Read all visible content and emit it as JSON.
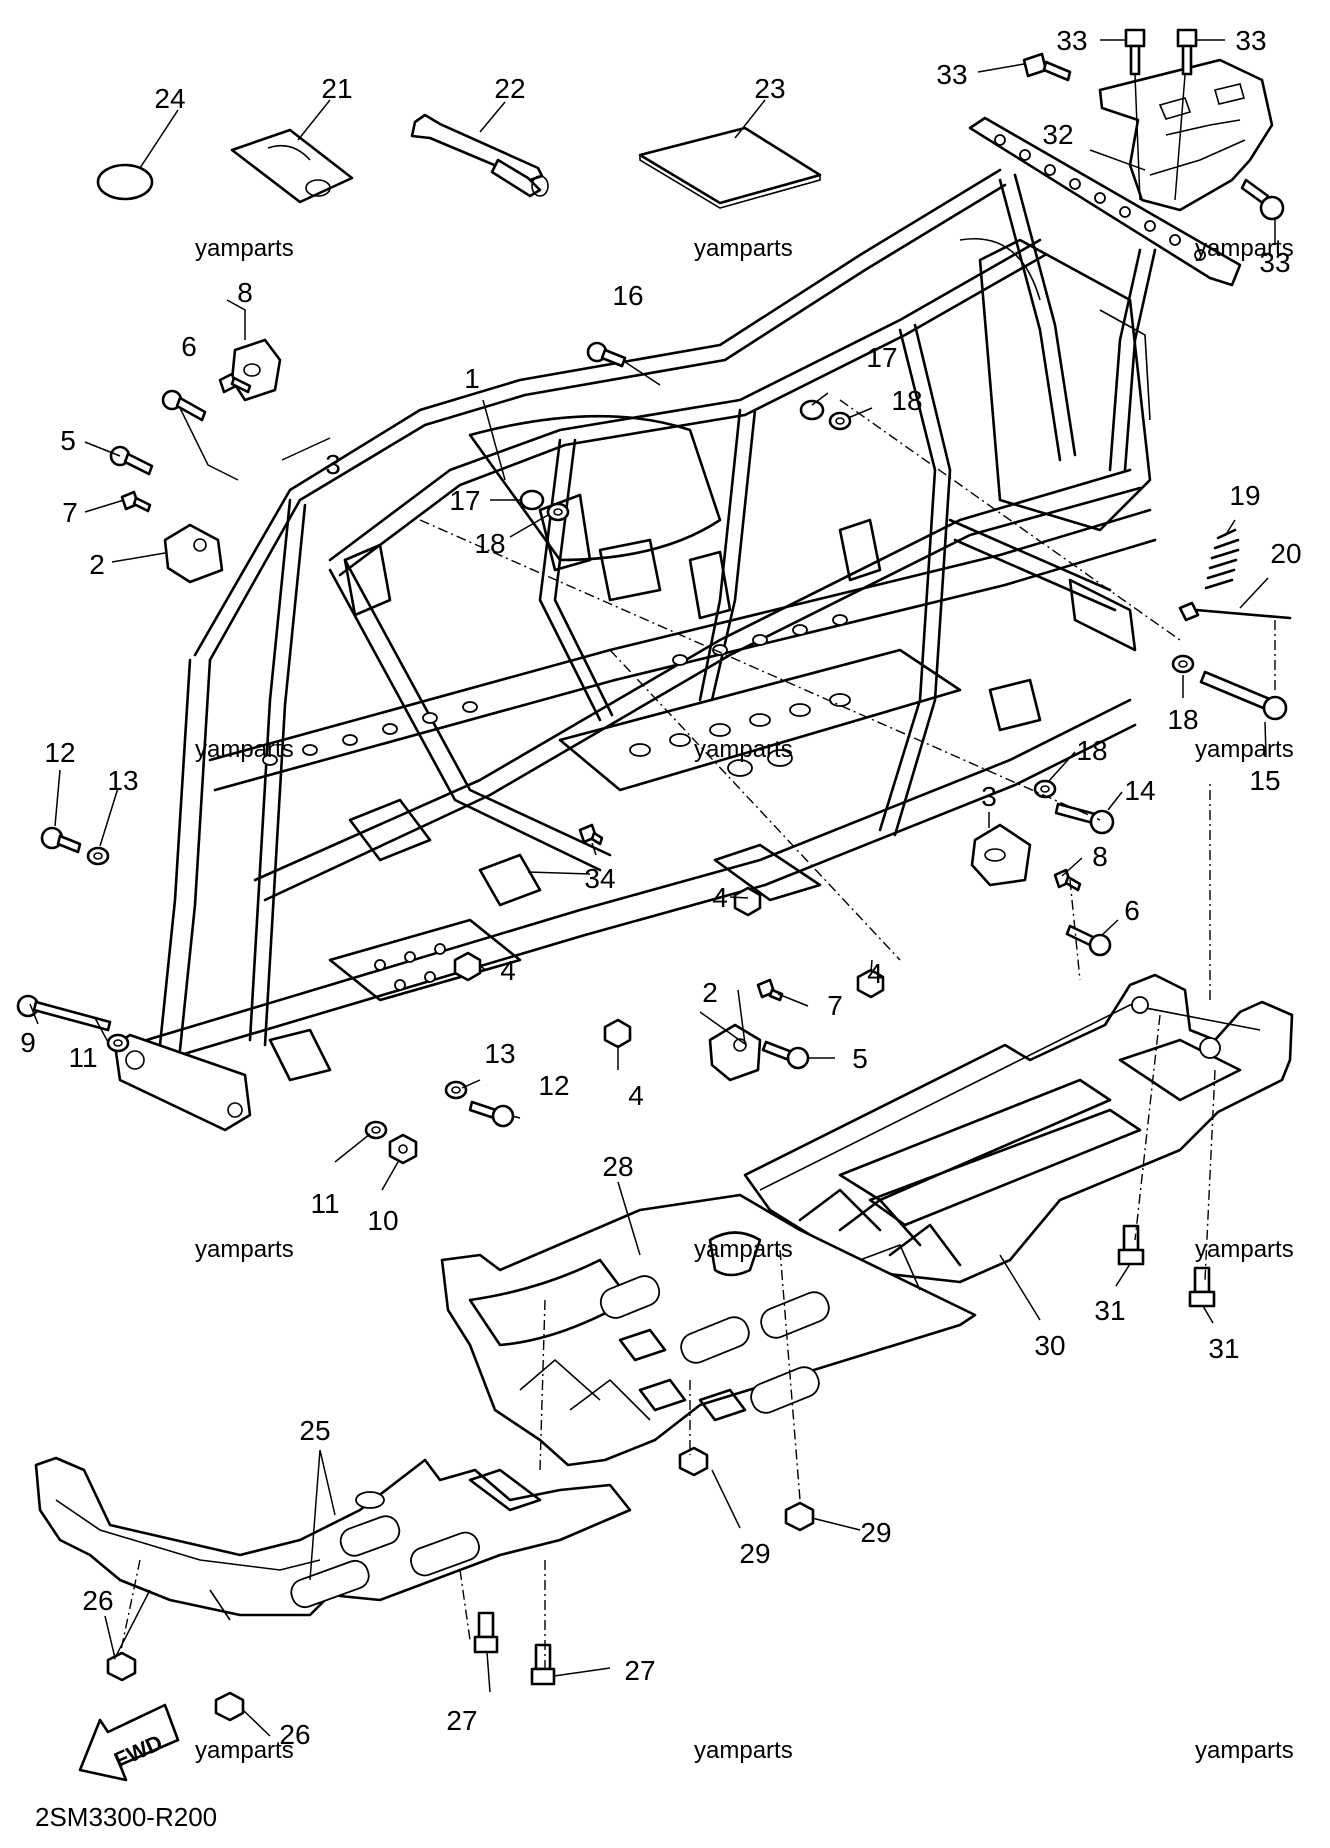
{
  "diagram": {
    "code": "2SM3300-R200",
    "fwd_label": "FWD",
    "watermark": "yamparts",
    "callouts": [
      {
        "id": "c24",
        "text": "24"
      },
      {
        "id": "c21",
        "text": "21"
      },
      {
        "id": "c22",
        "text": "22"
      },
      {
        "id": "c23",
        "text": "23"
      },
      {
        "id": "c33a",
        "text": "33"
      },
      {
        "id": "c33b",
        "text": "33"
      },
      {
        "id": "c33c",
        "text": "33"
      },
      {
        "id": "c33d",
        "text": "33"
      },
      {
        "id": "c32",
        "text": "32"
      },
      {
        "id": "c16",
        "text": "16"
      },
      {
        "id": "c1",
        "text": "1"
      },
      {
        "id": "c17a",
        "text": "17"
      },
      {
        "id": "c18a",
        "text": "18"
      },
      {
        "id": "c8a",
        "text": "8"
      },
      {
        "id": "c6a",
        "text": "6"
      },
      {
        "id": "c3a",
        "text": "3"
      },
      {
        "id": "c5a",
        "text": "5"
      },
      {
        "id": "c7a",
        "text": "7"
      },
      {
        "id": "c2a",
        "text": "2"
      },
      {
        "id": "c17b",
        "text": "17"
      },
      {
        "id": "c18b",
        "text": "18"
      },
      {
        "id": "c19",
        "text": "19"
      },
      {
        "id": "c20",
        "text": "20"
      },
      {
        "id": "c18c",
        "text": "18"
      },
      {
        "id": "c15",
        "text": "15"
      },
      {
        "id": "c12a",
        "text": "12"
      },
      {
        "id": "c13a",
        "text": "13"
      },
      {
        "id": "c18d",
        "text": "18"
      },
      {
        "id": "c14",
        "text": "14"
      },
      {
        "id": "c3b",
        "text": "3"
      },
      {
        "id": "c8b",
        "text": "8"
      },
      {
        "id": "c34",
        "text": "34"
      },
      {
        "id": "c4a",
        "text": "4"
      },
      {
        "id": "c6b",
        "text": "6"
      },
      {
        "id": "c9",
        "text": "9"
      },
      {
        "id": "c4b",
        "text": "4"
      },
      {
        "id": "c4c",
        "text": "4"
      },
      {
        "id": "c2b",
        "text": "2"
      },
      {
        "id": "c7b",
        "text": "7"
      },
      {
        "id": "c11a",
        "text": "11"
      },
      {
        "id": "c5b",
        "text": "5"
      },
      {
        "id": "c13b",
        "text": "13"
      },
      {
        "id": "c12b",
        "text": "12"
      },
      {
        "id": "c4d",
        "text": "4"
      },
      {
        "id": "c11b",
        "text": "11"
      },
      {
        "id": "c10",
        "text": "10"
      },
      {
        "id": "c28",
        "text": "28"
      },
      {
        "id": "c31a",
        "text": "31"
      },
      {
        "id": "c31b",
        "text": "31"
      },
      {
        "id": "c30",
        "text": "30"
      },
      {
        "id": "c25",
        "text": "25"
      },
      {
        "id": "c29a",
        "text": "29"
      },
      {
        "id": "c29b",
        "text": "29"
      },
      {
        "id": "c26a",
        "text": "26"
      },
      {
        "id": "c27a",
        "text": "27"
      },
      {
        "id": "c27b",
        "text": "27"
      },
      {
        "id": "c26b",
        "text": "26"
      }
    ]
  }
}
